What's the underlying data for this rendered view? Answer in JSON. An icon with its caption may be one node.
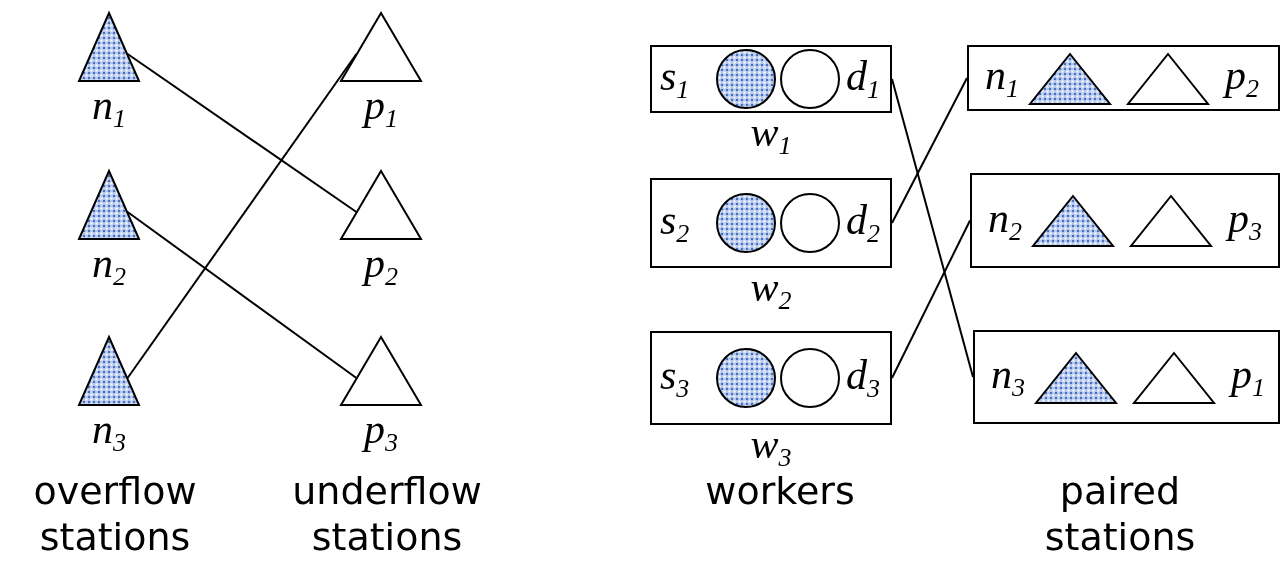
{
  "diagram": {
    "nodes": [
      {
        "text": [
          "n$_{1}$"
        ]
      },
      {
        "text": [
          "p$_{1}$"
        ]
      },
      {
        "text": [
          "n$_{2}$"
        ]
      },
      {
        "text": [
          "p$_{2}$"
        ]
      },
      {
        "text": [
          "n$_{3}$"
        ]
      },
      {
        "text": [
          "p$_{3}$"
        ]
      },
      {
        "text": [
          "s$_{1}$",
          "d$_{1}$",
          "w$_{1}$"
        ]
      },
      {
        "text": [],
        "shape": "circle",
        "in": 6
      },
      {
        "text": [],
        "shape": "circle",
        "in": 6
      },
      {
        "text": [
          "n$_{1}$",
          "p$_{2}$"
        ]
      },
      {
        "text": [],
        "shape": "triangle",
        "in": 9
      },
      {
        "text": [],
        "shape": "triangle",
        "in": 9
      },
      {
        "text": [
          "s$_{2}$",
          "d$_{2}$",
          "w$_{2}$"
        ]
      },
      {
        "text": [],
        "shape": "circle",
        "in": 12
      },
      {
        "text": [],
        "shape": "circle",
        "in": 12
      },
      {
        "text": [
          "n$_{2}$",
          "p$_{3}$"
        ]
      },
      {
        "text": [],
        "shape": "triangle",
        "in": 15
      },
      {
        "text": [],
        "shape": "triangle",
        "in": 15
      },
      {
        "text": [
          "s$_{3}$",
          "d$_{3}$",
          "w$_{3}$"
        ]
      },
      {
        "text": [],
        "shape": "circle",
        "in": 18
      },
      {
        "text": [],
        "shape": "circle",
        "in": 18
      },
      {
        "text": [
          "n$_{3}$",
          "p$_{1}$"
        ]
      },
      {
        "text": [],
        "shape": "triangle",
        "in": 21
      },
      {
        "text": [],
        "shape": "triangle",
        "in": 21
      }
    ],
    "edges": [
      {
        "from": 0,
        "to": 3,
        "arrow": "none"
      },
      {
        "from": 2,
        "to": 5,
        "arrow": "none"
      },
      {
        "from": 4,
        "to": 1,
        "arrow": "none"
      },
      {
        "from": 6,
        "to": 21,
        "arrow": "none"
      },
      {
        "from": 12,
        "to": 9,
        "arrow": "none"
      },
      {
        "from": 18,
        "to": 15,
        "arrow": "none"
      }
    ],
    "labels": [
      "overflow stations",
      "underflow stations",
      "workers",
      "paired stations"
    ]
  }
}
